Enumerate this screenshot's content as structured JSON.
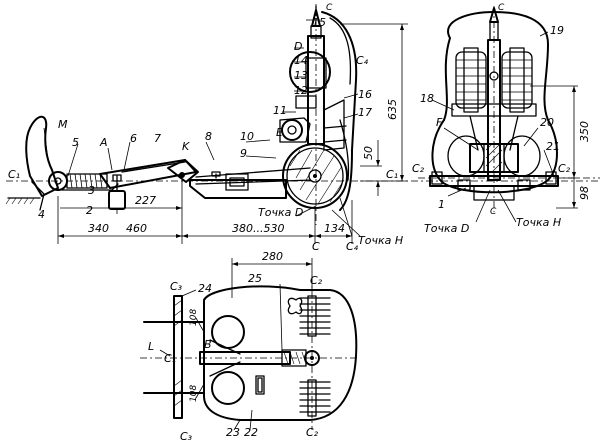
{
  "labels": {
    "n1": "1",
    "n2": "2",
    "n3": "3",
    "n4": "4",
    "n5": "5",
    "n6": "6",
    "n7": "7",
    "n8": "8",
    "n9": "9",
    "n10": "10",
    "n11": "11",
    "n12": "12",
    "n13": "13",
    "n14": "14",
    "n15": "15",
    "n16": "16",
    "n17": "17",
    "n18": "18",
    "n19": "19",
    "n20": "20",
    "n21": "21",
    "n22": "22",
    "n23": "23",
    "n24": "24",
    "n25": "25",
    "M": "M",
    "A": "A",
    "K": "K",
    "D": "D",
    "E": "E",
    "F": "F",
    "B": "B",
    "L": "L",
    "C": "C",
    "C1": "C₁",
    "C2": "C₂",
    "C3": "C₃",
    "C4": "C₄",
    "C1b": "C₁",
    "tochka_d": "Точка D",
    "tochka_h": "Точка H"
  },
  "dimensions": {
    "d227": "227",
    "d340": "340",
    "d460": "460",
    "d380_530": "380...530",
    "d134": "134",
    "d635": "635",
    "d50": "50",
    "d350": "350",
    "d98": "98",
    "d280": "280",
    "d108a": "108",
    "d108b": "108"
  }
}
